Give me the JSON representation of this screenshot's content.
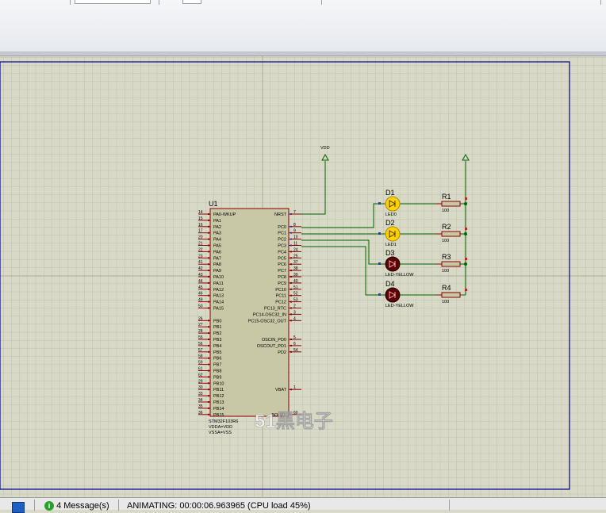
{
  "schematic": {
    "mcu": {
      "ref": "U1",
      "part": "STM32F103R6",
      "power_labels": [
        "VDDA=VDD",
        "VSSA=VSS"
      ],
      "left_pins": [
        {
          "num": "14",
          "name": "PA0-WKUP"
        },
        {
          "num": "15",
          "name": "PA1"
        },
        {
          "num": "16",
          "name": "PA2"
        },
        {
          "num": "17",
          "name": "PA3"
        },
        {
          "num": "20",
          "name": "PA4"
        },
        {
          "num": "21",
          "name": "PA5"
        },
        {
          "num": "22",
          "name": "PA6"
        },
        {
          "num": "23",
          "name": "PA7"
        },
        {
          "num": "41",
          "name": "PA8"
        },
        {
          "num": "42",
          "name": "PA9"
        },
        {
          "num": "43",
          "name": "PA10"
        },
        {
          "num": "44",
          "name": "PA11"
        },
        {
          "num": "45",
          "name": "PA12"
        },
        {
          "num": "46",
          "name": "PA13"
        },
        {
          "num": "49",
          "name": "PA14"
        },
        {
          "num": "50",
          "name": "PA15"
        },
        {
          "num": "",
          "name": ""
        },
        {
          "num": "26",
          "name": "PB0"
        },
        {
          "num": "27",
          "name": "PB1"
        },
        {
          "num": "28",
          "name": "PB2"
        },
        {
          "num": "55",
          "name": "PB3"
        },
        {
          "num": "56",
          "name": "PB4"
        },
        {
          "num": "57",
          "name": "PB5"
        },
        {
          "num": "58",
          "name": "PB6"
        },
        {
          "num": "59",
          "name": "PB7"
        },
        {
          "num": "61",
          "name": "PB8"
        },
        {
          "num": "62",
          "name": "PB9"
        },
        {
          "num": "29",
          "name": "PB10"
        },
        {
          "num": "30",
          "name": "PB11"
        },
        {
          "num": "33",
          "name": "PB12"
        },
        {
          "num": "34",
          "name": "PB13"
        },
        {
          "num": "35",
          "name": "PB14"
        },
        {
          "num": "36",
          "name": "PB15"
        }
      ],
      "right_pins": [
        {
          "num": "7",
          "name": "NRST",
          "row": 0
        },
        {
          "num": "8",
          "name": "PC0",
          "row": 2
        },
        {
          "num": "9",
          "name": "PC1",
          "row": 3
        },
        {
          "num": "10",
          "name": "PC2",
          "row": 4
        },
        {
          "num": "11",
          "name": "PC3",
          "row": 5
        },
        {
          "num": "24",
          "name": "PC4",
          "row": 6
        },
        {
          "num": "25",
          "name": "PC5",
          "row": 7
        },
        {
          "num": "37",
          "name": "PC6",
          "row": 8
        },
        {
          "num": "38",
          "name": "PC7",
          "row": 9
        },
        {
          "num": "39",
          "name": "PC8",
          "row": 10
        },
        {
          "num": "40",
          "name": "PC9",
          "row": 11
        },
        {
          "num": "51",
          "name": "PC10",
          "row": 12
        },
        {
          "num": "52",
          "name": "PC11",
          "row": 13
        },
        {
          "num": "53",
          "name": "PC12",
          "row": 14
        },
        {
          "num": "2",
          "name": "PC13_RTC",
          "row": 15
        },
        {
          "num": "3",
          "name": "PC14-OSC32_IN",
          "row": 16
        },
        {
          "num": "4",
          "name": "PC15-OSC32_OUT",
          "row": 17
        },
        {
          "num": "5",
          "name": "OSCIN_PD0",
          "row": 20
        },
        {
          "num": "6",
          "name": "OSCOUT_PD1",
          "row": 21
        },
        {
          "num": "54",
          "name": "PD2",
          "row": 22
        },
        {
          "num": "1",
          "name": "VBAT",
          "row": 28
        },
        {
          "num": "60",
          "name": "BOOT0",
          "row": 32
        }
      ]
    },
    "vdd_label": "VDD",
    "leds": [
      {
        "ref": "D1",
        "value": "LED0",
        "lit": true
      },
      {
        "ref": "D2",
        "value": "LED1",
        "lit": true
      },
      {
        "ref": "D3",
        "value": "LED-YELLOW",
        "lit": false
      },
      {
        "ref": "D4",
        "value": "LED-YELLOW",
        "lit": false
      }
    ],
    "resistors": [
      {
        "ref": "R1",
        "value": "100"
      },
      {
        "ref": "R2",
        "value": "100"
      },
      {
        "ref": "R3",
        "value": "100"
      },
      {
        "ref": "R4",
        "value": "100"
      }
    ],
    "watermark": "51黑电子"
  },
  "status_bar": {
    "messages": "4 Message(s)",
    "status": "ANIMATING: 00:00:06.963965 (CPU load 45%)"
  },
  "colors": {
    "grid_bg": "#d9d9c8",
    "grid_line": "#bfbfa8",
    "wire": "#006400",
    "component_fill": "#c8c8a6",
    "component_stroke": "#8b0000",
    "sheet_border": "#00008b",
    "led_on": "#ffd200",
    "led_off": "#5a0000"
  }
}
